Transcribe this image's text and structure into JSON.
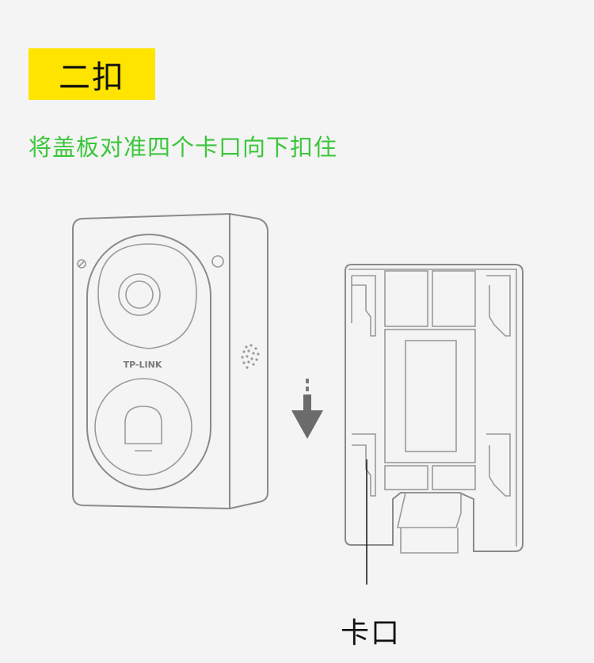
{
  "step": {
    "label": "二扣"
  },
  "instruction": "将盖板对准四个卡口向下扣住",
  "doorbell": {
    "brand": "TP-LINK"
  },
  "callout": {
    "label": "卡口"
  },
  "colors": {
    "badge": "#ffe400",
    "instruction": "#3bc63b",
    "outline": "#8a8a8a",
    "arrow": "#6b6b6b",
    "background": "#f4f4f4"
  },
  "icons": [
    "camera-lens-icon",
    "bell-button-icon",
    "speaker-grille-icon",
    "down-arrow-icon"
  ]
}
